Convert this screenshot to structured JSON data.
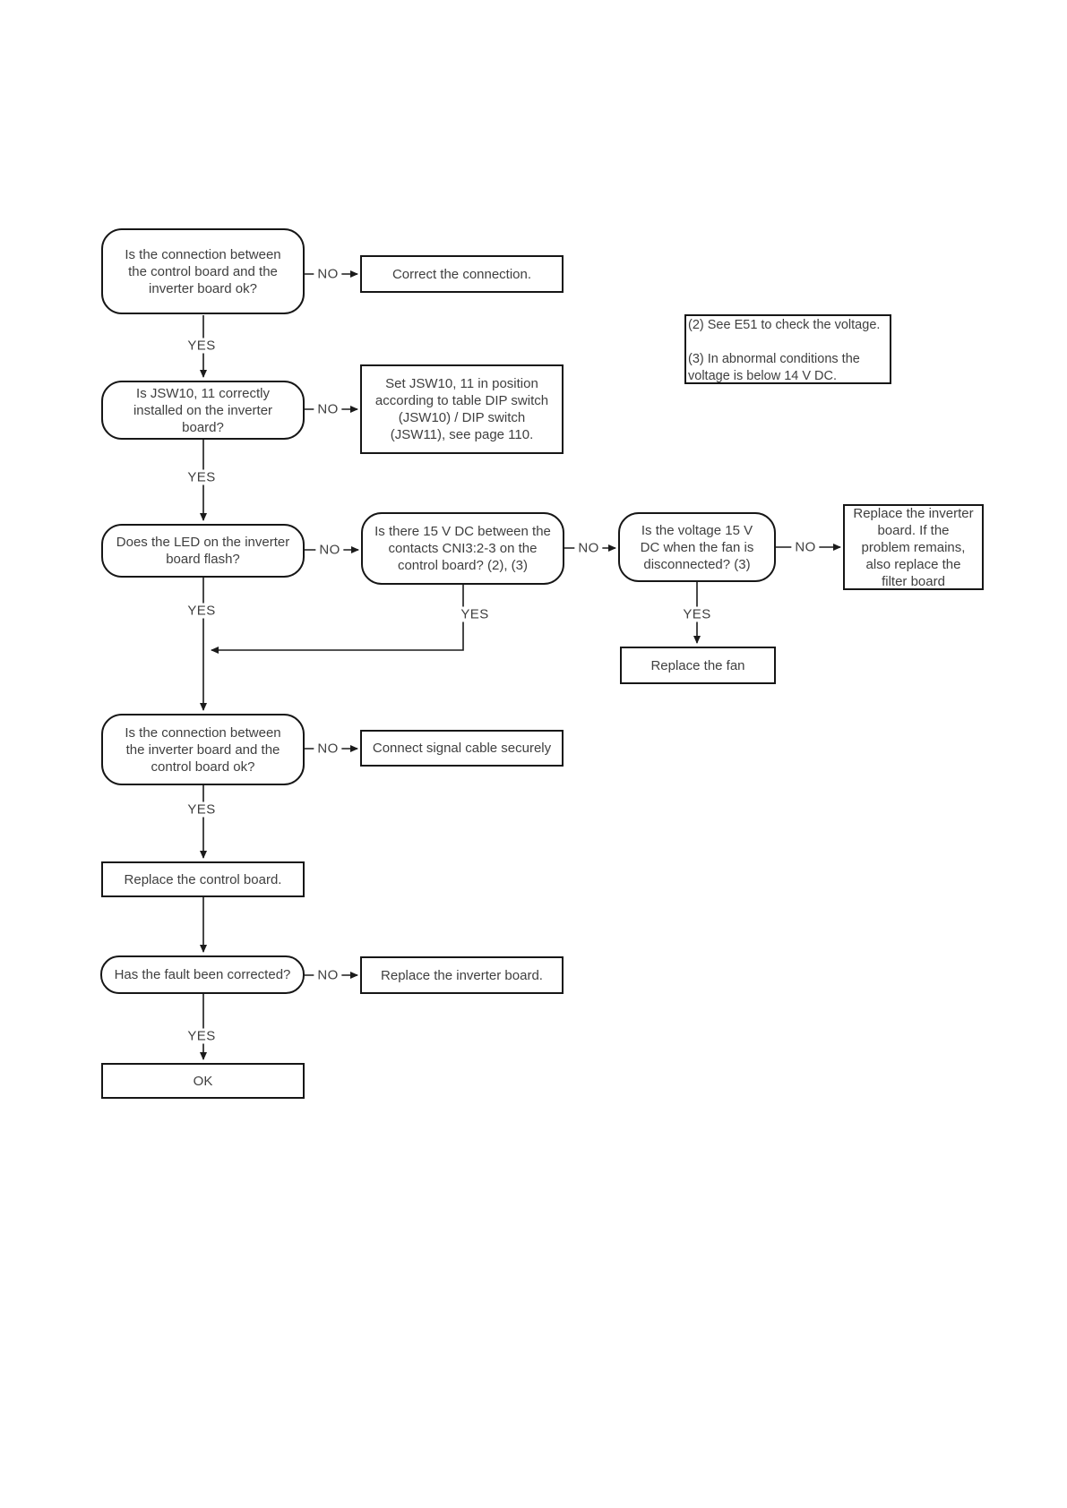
{
  "page": {
    "background": "#ffffff"
  },
  "flowchart": {
    "colors": {
      "line": "#1b1b1b",
      "box_border": "#161616",
      "text": "#3f3f3f"
    },
    "labels": {
      "yes": "YES",
      "no": "NO"
    },
    "note": {
      "line1": "(2) See E51 to check the voltage.",
      "line2": "(3) In abnormal conditions the",
      "line3": "voltage is below 14 V DC."
    },
    "nodes": {
      "q_control_inverter_connection": "Is the connection between the control board and the inverter board ok?",
      "a_correct_connection": "Correct the connection.",
      "q_jsw_installed": "Is JSW10, 11 correctly installed on the inverter board?",
      "a_set_jsw": "Set JSW10, 11 in position according to table DIP switch (JSW10) / DIP switch (JSW11), see page 110.",
      "q_led_flash": "Does the LED on the inverter board flash?",
      "q_15v_cni3": "Is there 15 V DC between the contacts CNI3:2-3 on the control board? (2), (3)",
      "q_15v_fan_disconnected": "Is the voltage 15 V DC when the fan is disconnected? (3)",
      "a_replace_inverter_filter": "Replace the inverter board. If the problem remains, also replace the filter board",
      "a_replace_fan": "Replace the fan",
      "q_inverter_control_connection": "Is the connection between the inverter board and the control board ok?",
      "a_connect_signal_cable": "Connect signal cable securely",
      "a_replace_control_board": "Replace the control board.",
      "q_fault_corrected": "Has the fault been corrected?",
      "a_replace_inverter_board": "Replace the inverter board.",
      "a_ok": "OK"
    }
  }
}
